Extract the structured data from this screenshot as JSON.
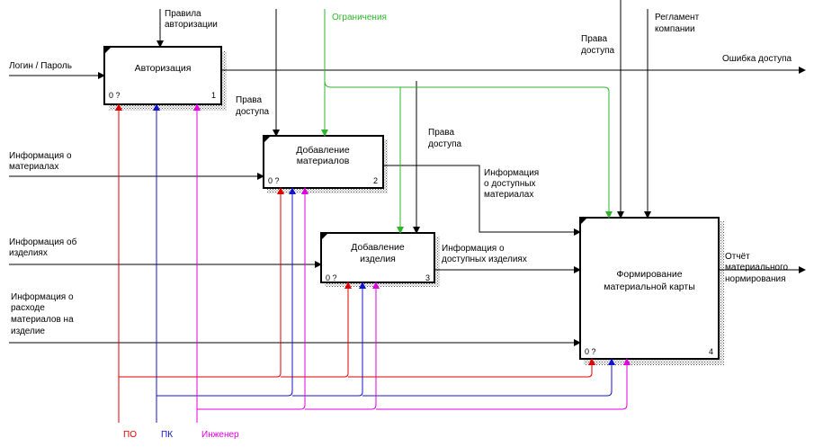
{
  "boxes": {
    "auth": {
      "title": [
        "Авторизация"
      ],
      "cost": "0 ?",
      "num": "1"
    },
    "add_materials": {
      "title": [
        "Добавление",
        "материалов"
      ],
      "cost": "0 ?",
      "num": "2"
    },
    "add_product": {
      "title": [
        "Добавление",
        "изделия"
      ],
      "cost": "0 ?",
      "num": "3"
    },
    "form_card": {
      "title": [
        "Формирование",
        "материальной карты"
      ],
      "cost": "0 ?",
      "num": "4"
    }
  },
  "inputs": {
    "login": "Логин / Пароль",
    "materials_info": [
      "Информация о",
      "материалах"
    ],
    "products_info": [
      "Информация об",
      "изделиях"
    ],
    "consumption_info": [
      "Информация о",
      "расходе",
      "материалов на",
      "изделие"
    ]
  },
  "controls": {
    "auth_rules": [
      "Правила",
      "авторизации"
    ],
    "restrictions": "Ограничения",
    "access_rights_1": [
      "Права",
      "доступа"
    ],
    "access_rights_2": [
      "Права",
      "доступа"
    ],
    "access_rights_3": [
      "Права",
      "доступа"
    ],
    "company_regulation": [
      "Регламент",
      "компании"
    ]
  },
  "outputs": {
    "access_error": "Ошибка доступа",
    "available_materials_info": [
      "Информация",
      "о доступных",
      "материалах"
    ],
    "available_products_info": [
      "Информация о",
      "доступных изделиях"
    ],
    "norm_report": [
      "Отчёт",
      "материального",
      "нормирования"
    ]
  },
  "mechanisms": {
    "software": "ПО",
    "pc": "ПК",
    "engineer": "Инженер"
  },
  "colors": {
    "green": "#2db52d",
    "red": "#e00000",
    "blue": "#1414c8",
    "magenta": "#e000e0",
    "black": "#000000"
  }
}
